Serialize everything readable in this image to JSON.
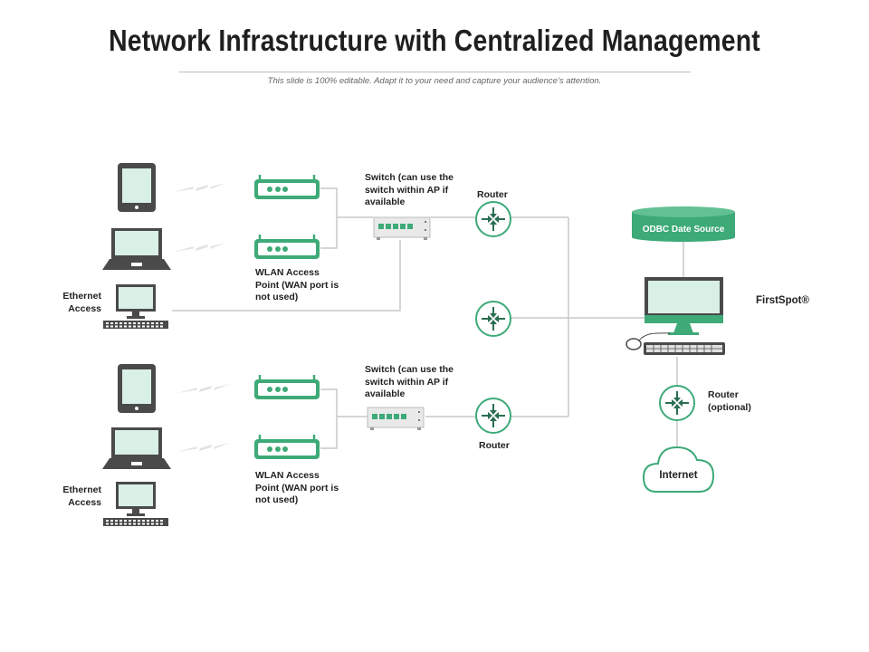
{
  "title": "Network Infrastructure with Centralized Management",
  "subtitle": "This slide is 100% editable. Adapt it to your need and capture your audience’s attention.",
  "labels": {
    "switch_top": "Switch (can use the switch within AP if available",
    "switch_bottom": "Switch (can use the switch within AP if available",
    "router_top": "Router",
    "router_bottom": "Router",
    "wlan_top": "WLAN Access Point (WAN port is not used)",
    "wlan_bottom": "WLAN Access Point (WAN port is not used)",
    "ethernet_top": "Ethernet Access",
    "ethernet_bottom": "Ethernet Access",
    "database": "ODBC Date Source",
    "server": "FirstSpot®",
    "router_optional": "Router (optional)",
    "internet": "Internet"
  },
  "icons": [
    "tablet-icon",
    "laptop-icon",
    "desktop-icon",
    "access-point-icon",
    "switch-icon",
    "router-icon",
    "database-icon",
    "server-computer-icon",
    "cloud-icon",
    "wireless-signal-icon"
  ],
  "colors": {
    "accent": "#3daa78",
    "accent_light": "#d8f0e6",
    "device_dark": "#4a4a4a",
    "line": "#c9c9c9"
  }
}
